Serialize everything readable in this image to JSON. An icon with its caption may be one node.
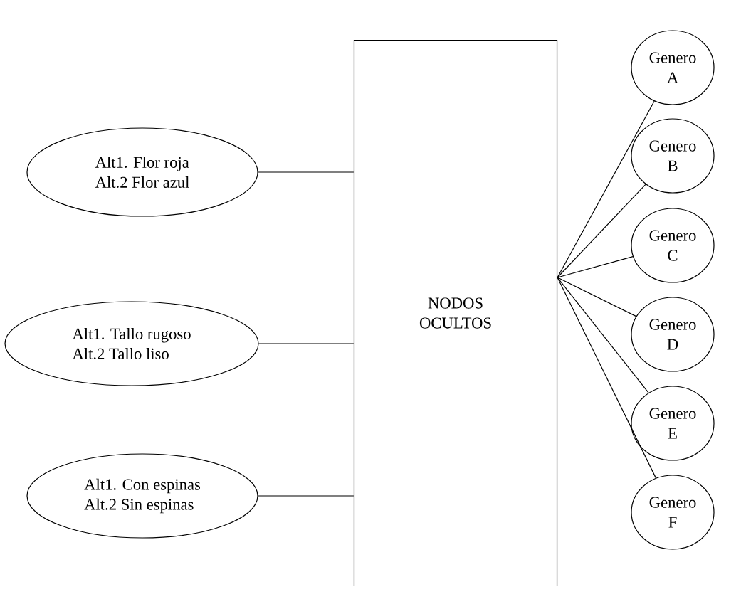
{
  "diagram": {
    "nodes": [
      {
        "text": [
          "Alt1. Flor roja",
          "Alt.2 Flor azul"
        ]
      },
      {
        "text": [
          "Alt1. Tallo rugoso",
          "Alt.2 Tallo liso"
        ]
      },
      {
        "text": [
          "Alt1. Con espinas",
          "Alt.2 Sin espinas"
        ]
      },
      {
        "text": [
          "NODOS OCULTOS"
        ]
      },
      {
        "text": [
          "Genero A"
        ]
      },
      {
        "text": [
          "Genero B"
        ]
      },
      {
        "text": [
          "Genero C"
        ]
      },
      {
        "text": [
          "Genero D"
        ]
      },
      {
        "text": [
          "Genero E"
        ]
      },
      {
        "text": [
          "Genero F"
        ]
      }
    ],
    "edges": [
      {
        "from": 0,
        "to": 3,
        "arrow": "none"
      },
      {
        "from": 1,
        "to": 3,
        "arrow": "none"
      },
      {
        "from": 2,
        "to": 3,
        "arrow": "none"
      },
      {
        "from": 3,
        "to": 4,
        "arrow": "none"
      },
      {
        "from": 3,
        "to": 5,
        "arrow": "none"
      },
      {
        "from": 3,
        "to": 6,
        "arrow": "none"
      },
      {
        "from": 3,
        "to": 7,
        "arrow": "none"
      },
      {
        "from": 3,
        "to": 8,
        "arrow": "none"
      },
      {
        "from": 3,
        "to": 9,
        "arrow": "none"
      }
    ]
  }
}
